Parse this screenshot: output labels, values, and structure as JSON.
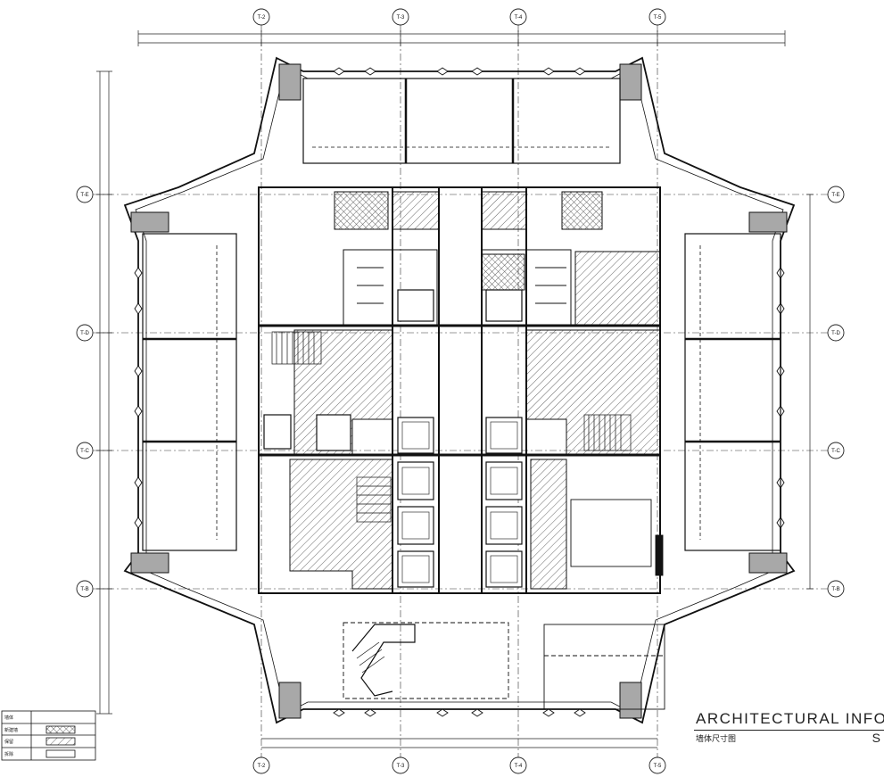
{
  "title_block": {
    "heading": "ARCHITECTURAL INFO.",
    "subtitle": "墙体尺寸图",
    "sheet_code": "S"
  },
  "grid": {
    "top": [
      "T-2",
      "T-3",
      "T-4",
      "T-5"
    ],
    "bottom": [
      "T-2",
      "T-3",
      "T-4",
      "T-5"
    ],
    "left": [
      "T-E",
      "T-D",
      "T-C",
      "T-B"
    ],
    "right": [
      "T-E",
      "T-D",
      "T-C",
      "T-B"
    ]
  },
  "legend": {
    "rows": [
      {
        "label": "墙体",
        "swatch": "blank"
      },
      {
        "label": "新建墙",
        "swatch": "crosshatch"
      },
      {
        "label": "保留",
        "swatch": "hatch"
      },
      {
        "label": "拆除",
        "swatch": "empty"
      }
    ]
  },
  "colors": {
    "line": "#1a1a1a",
    "hatch": "#555555",
    "column_fill": "#a8a8a8",
    "paper": "#ffffff"
  }
}
